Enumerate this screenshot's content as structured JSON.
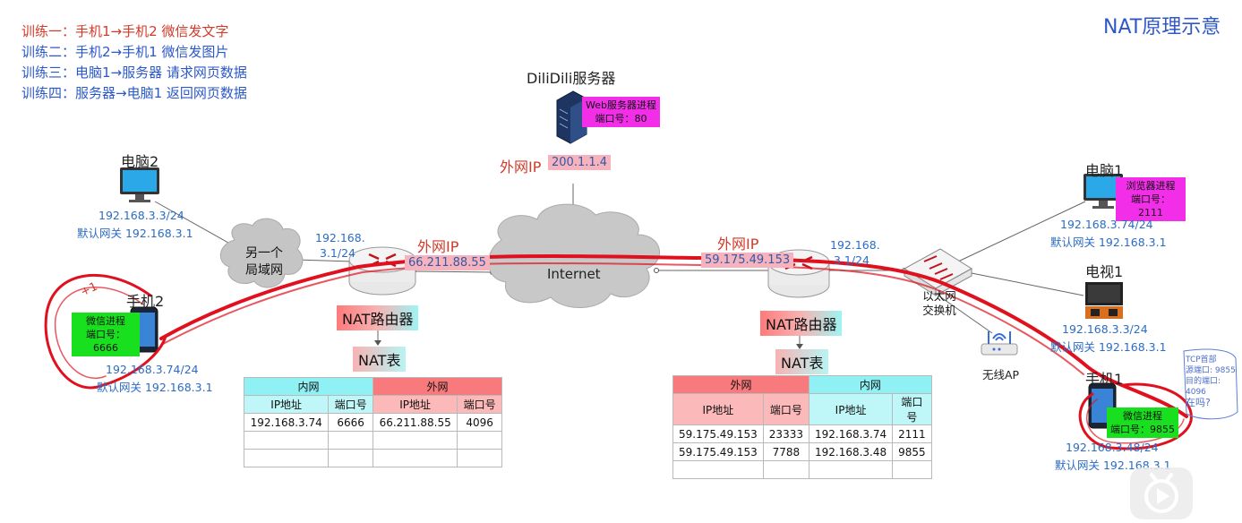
{
  "title": "NAT原理示意",
  "drills": [
    {
      "label": "训练一：手机1→手机2 微信发文字",
      "active": true
    },
    {
      "label": "训练二：手机2→手机1 微信发图片",
      "active": false
    },
    {
      "label": "训练三：电脑1→服务器 请求网页数据",
      "active": false
    },
    {
      "label": "训练四：服务器→电脑1 返回网页数据",
      "active": false
    }
  ],
  "server": {
    "name": "DiliDili服务器",
    "process": "Web服务器进程",
    "port": "端口号：80",
    "wan_label": "外网IP",
    "wan_ip": "200.1.1.4"
  },
  "internet": "Internet",
  "pc2": {
    "name": "电脑2",
    "ip": "192.168.3.3/24",
    "gateway": "默认网关 192.168.3.1"
  },
  "lan_cloud": {
    "line1": "另一个",
    "line2": "局域网"
  },
  "phone2": {
    "name": "手机2",
    "process": "微信进程",
    "port": "端口号：6666",
    "ip": "192.168.3.74/24",
    "gateway": "默认网关 192.168.3.1"
  },
  "router_left": {
    "lan_ip_1": "192.168.",
    "lan_ip_2": "3.1/24",
    "wan_label": "外网IP",
    "wan_ip": "66.211.88.55",
    "label": "NAT路由器",
    "table_label": "NAT表"
  },
  "router_right": {
    "lan_ip_1": "192.168.",
    "lan_ip_2": "3.1/24",
    "wan_label": "外网IP",
    "wan_ip": "59.175.49.153",
    "label": "NAT路由器",
    "table_label": "NAT表"
  },
  "pc1": {
    "name": "电脑1",
    "process": "浏览器进程",
    "port": "端口号：2111",
    "ip": "192.168.3.74/24",
    "gateway": "默认网关 192.168.3.1"
  },
  "tv1": {
    "name": "电视1",
    "ip": "192.168.3.3/24",
    "gateway": "默认网关 192.168.3.1"
  },
  "switch": {
    "line1": "以太网",
    "line2": "交换机"
  },
  "ap": {
    "name": "无线AP"
  },
  "phone1": {
    "name": "手机1",
    "process": "微信进程",
    "port": "端口号：9855",
    "ip": "192.168.3.48/24",
    "gateway": "默认网关 192.168.3.1"
  },
  "left_table": {
    "group_in": "内网",
    "group_out": "外网",
    "headers": [
      "IP地址",
      "端口号",
      "IP地址",
      "端口号"
    ],
    "rows": [
      [
        "192.168.3.74",
        "6666",
        "66.211.88.55",
        "4096"
      ],
      [
        "",
        "",
        "",
        ""
      ],
      [
        "",
        "",
        "",
        ""
      ]
    ]
  },
  "right_table": {
    "group_out": "外网",
    "group_in": "内网",
    "headers": [
      "IP地址",
      "端口号",
      "IP地址",
      "端口号"
    ],
    "rows": [
      [
        "59.175.49.153",
        "23333",
        "192.168.3.74",
        "2111"
      ],
      [
        "59.175.49.153",
        "7788",
        "192.168.3.48",
        "9855"
      ],
      [
        "",
        "",
        "",
        ""
      ]
    ]
  },
  "annotations": {
    "left_scribble": "+1",
    "note_line1": "TCP首部",
    "note_line2": "源端口: 9855",
    "note_line3": "目的端口: 4096",
    "note_line4": "在吗?"
  }
}
